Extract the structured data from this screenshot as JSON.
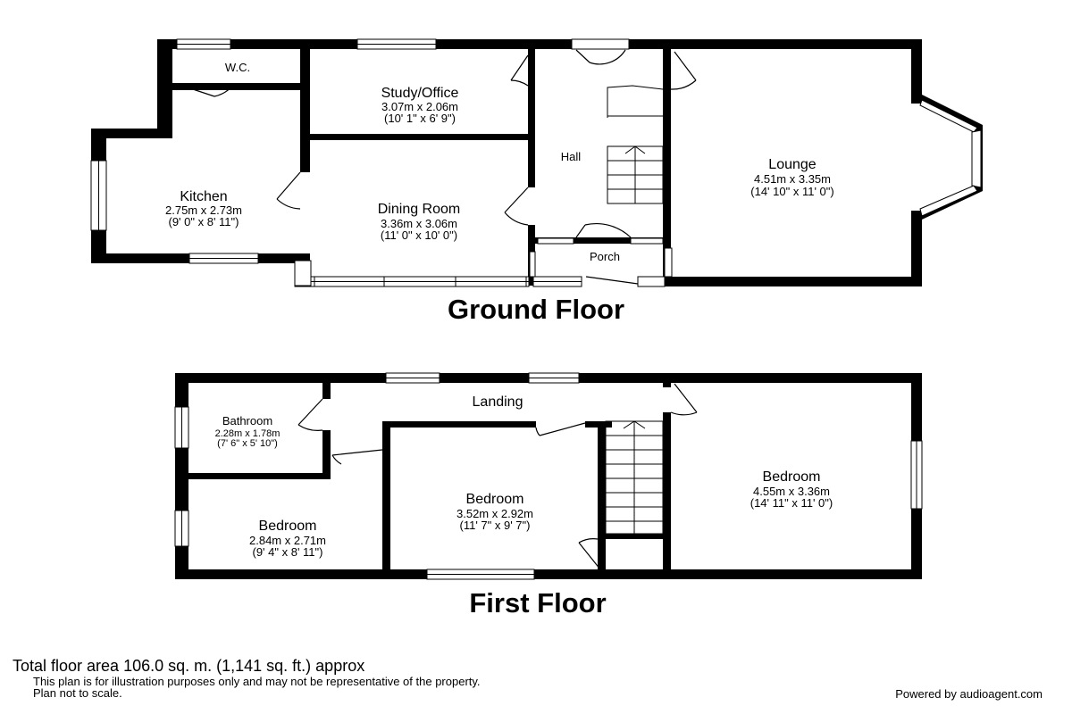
{
  "ground_floor": {
    "title": "Ground Floor",
    "rooms": {
      "wc": {
        "name": "W.C."
      },
      "study": {
        "name": "Study/Office",
        "metric": "3.07m x 2.06m",
        "imperial": "(10' 1\" x 6' 9\")"
      },
      "hall": {
        "name": "Hall"
      },
      "lounge": {
        "name": "Lounge",
        "metric": "4.51m x 3.35m",
        "imperial": "(14' 10\" x 11' 0\")"
      },
      "kitchen": {
        "name": "Kitchen",
        "metric": "2.75m x 2.73m",
        "imperial": "(9' 0\" x 8' 11\")"
      },
      "dining": {
        "name": "Dining Room",
        "metric": "3.36m x 3.06m",
        "imperial": "(11' 0\" x 10' 0\")"
      },
      "porch": {
        "name": "Porch"
      }
    }
  },
  "first_floor": {
    "title": "First Floor",
    "rooms": {
      "landing": {
        "name": "Landing"
      },
      "bathroom": {
        "name": "Bathroom",
        "metric": "2.28m x 1.78m",
        "imperial": "(7' 6\" x 5' 10\")"
      },
      "bedroom_left": {
        "name": "Bedroom",
        "metric": "2.84m x 2.71m",
        "imperial": "(9' 4\" x 8' 11\")"
      },
      "bedroom_middle": {
        "name": "Bedroom",
        "metric": "3.52m x 2.92m",
        "imperial": "(11' 7\" x 9' 7\")"
      },
      "bedroom_right": {
        "name": "Bedroom",
        "metric": "4.55m x 3.36m",
        "imperial": "(14' 11\" x 11' 0\")"
      }
    }
  },
  "footer": {
    "total_area": "Total floor area 106.0 sq. m. (1,141 sq. ft.) approx",
    "disclaimer_line1": "This plan is for illustration purposes only and may not be representative of the property.",
    "disclaimer_line2": "Plan not to scale.",
    "powered_by": "Powered by audioagent.com"
  },
  "colors": {
    "wall": "#000000",
    "window": "#ffffff",
    "background": "#ffffff"
  }
}
